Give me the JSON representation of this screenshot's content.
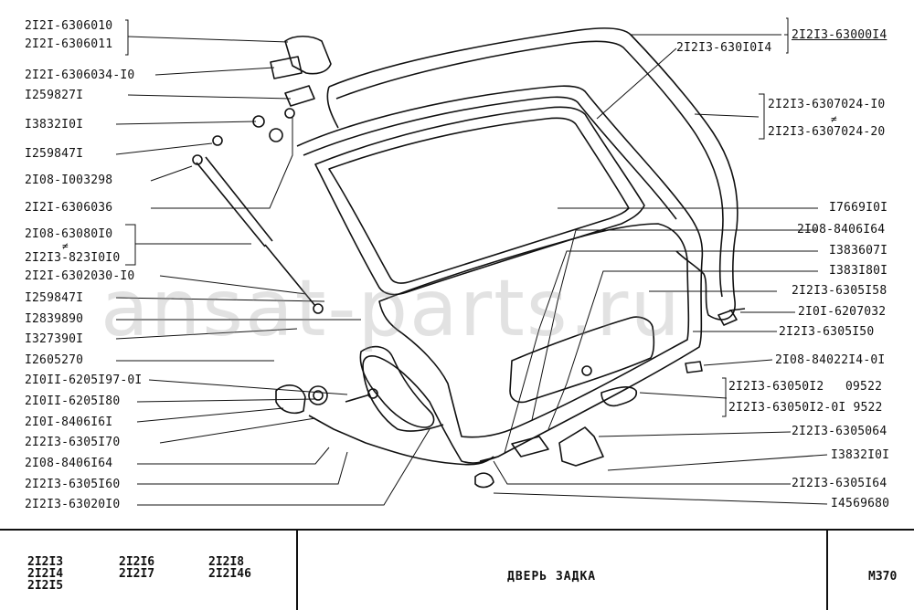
{
  "watermark": "ansat-parts.ru",
  "left_labels": [
    "2I2I-6306010",
    "2I2I-6306011",
    "2I2I-6306034-I0",
    "I259827I",
    "I3832I0I",
    "I259847I",
    "2I08-I003298",
    "2I2I-6306036",
    "2I08-63080I0",
    "2I2I3-823I0I0",
    "2I2I-6302030-I0",
    "I259847I",
    "I2839890",
    "I327390I",
    "I2605270",
    "2I0II-6205I97-0I",
    "2I0II-6205I80",
    "2I0I-8406I6I",
    "2I2I3-6305I70",
    "2I08-8406I64",
    "2I2I3-6305I60",
    "2I2I3-63020I0"
  ],
  "right_labels": [
    "2I2I3-630I0I4",
    "2I2I3-63000I4",
    "2I2I3-6307024-I0",
    "2I2I3-6307024-20",
    "I7669I0I",
    "2I08-8406I64",
    "I383607I",
    "I383I80I",
    "2I2I3-6305I58",
    "2I0I-6207032",
    "2I2I3-6305I50",
    "2I08-84022I4-0I",
    "2I2I3-63050I2",
    "09522",
    "2I2I3-63050I2-0I 9522",
    "2I2I3-6305064",
    "I3832I0I",
    "2I2I3-6305I64",
    "I4569680"
  ],
  "neq_symbol": "≠",
  "title_block": {
    "models_col1": [
      "2I2I3",
      "2I2I4",
      "2I2I5"
    ],
    "models_col2": [
      "2I2I6",
      "2I2I7"
    ],
    "models_col3": [
      "2I2I8",
      "2I2I46"
    ],
    "title": "ДВЕРЬ  ЗАДКА",
    "sheet": "M370"
  }
}
